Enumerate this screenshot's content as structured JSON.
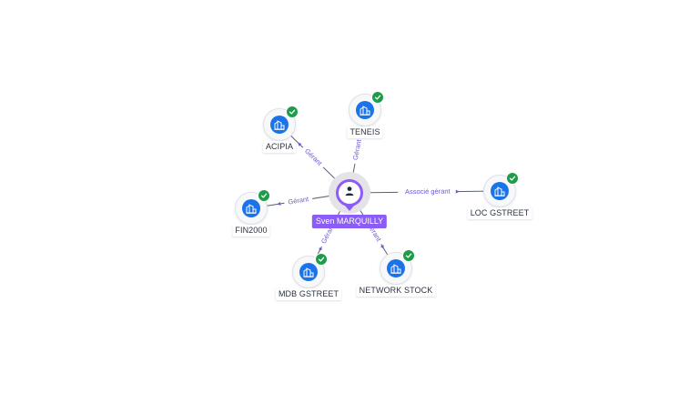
{
  "graph": {
    "center": {
      "name": "Sven MARQUILLY",
      "icon": "person-icon",
      "accent": "#8b5cf6"
    },
    "nodes": [
      {
        "id": "acipia",
        "label": "ACIPIA",
        "icon": "company-icon",
        "status": "verified"
      },
      {
        "id": "teneis",
        "label": "TENEIS",
        "icon": "company-icon",
        "status": "verified"
      },
      {
        "id": "loc-gstreet",
        "label": "LOC GSTREET",
        "icon": "company-icon",
        "status": "verified"
      },
      {
        "id": "fin2000",
        "label": "FIN2000",
        "icon": "company-icon",
        "status": "verified"
      },
      {
        "id": "mdb-gstreet",
        "label": "MDB GSTREET",
        "icon": "company-icon",
        "status": "verified"
      },
      {
        "id": "network-stock",
        "label": "NETWORK STOCK",
        "icon": "company-icon",
        "status": "verified"
      }
    ],
    "edges": [
      {
        "to": "acipia",
        "label": "Gérant"
      },
      {
        "to": "teneis",
        "label": "Gérant"
      },
      {
        "to": "loc-gstreet",
        "label": "Associé gérant"
      },
      {
        "to": "fin2000",
        "label": "Gérant"
      },
      {
        "to": "mdb-gstreet",
        "label": "Gérant"
      },
      {
        "to": "network-stock",
        "label": "Gérant"
      }
    ],
    "colors": {
      "company": "#1a73e8",
      "verified": "#1e9c4a",
      "edge_label": "#6a5ad6"
    }
  }
}
